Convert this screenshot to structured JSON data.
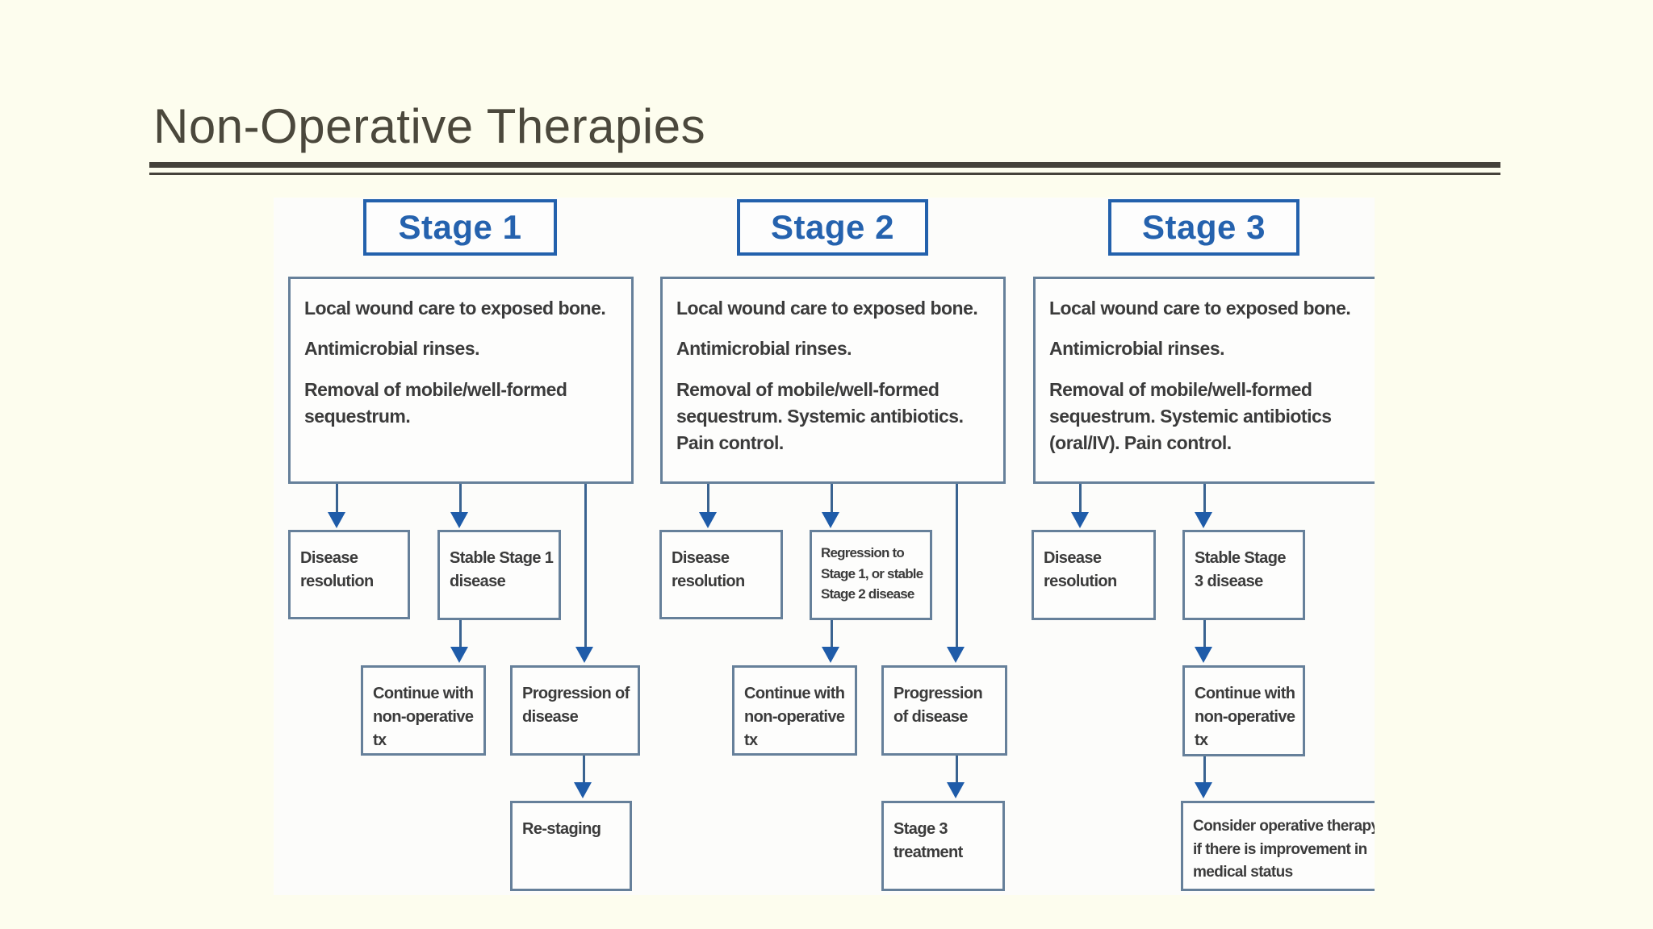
{
  "slide": {
    "title": "Non-Operative Therapies"
  },
  "diagram": {
    "stages": [
      {
        "header": "Stage 1",
        "care": [
          "Local wound care to exposed bone.",
          "Antimicrobial rinses.",
          "Removal of mobile/well-formed sequestrum."
        ],
        "resolution": "Disease resolution",
        "stable": "Stable Stage 1 disease",
        "continue": "Continue with non-operative tx",
        "progression": "Progression of disease",
        "final": "Re-staging"
      },
      {
        "header": "Stage 2",
        "care": [
          "Local wound care to exposed bone.",
          "Antimicrobial rinses.",
          "Removal of mobile/well-formed sequestrum. Systemic antibiotics. Pain control."
        ],
        "resolution": "Disease resolution",
        "stable": "Regression to Stage 1, or stable Stage 2 disease",
        "continue": "Continue with non-operative tx",
        "progression": "Progression of disease",
        "final": "Stage 3 treatment"
      },
      {
        "header": "Stage 3",
        "care": [
          "Local wound care to exposed bone.",
          "Antimicrobial rinses.",
          "Removal of mobile/well-formed sequestrum. Systemic antibiotics (oral/IV). Pain control."
        ],
        "resolution": "Disease resolution",
        "stable": "Stable Stage 3 disease",
        "continue": "Continue with non-operative tx",
        "final": "Consider operative therapy if there is improvement in medical status"
      }
    ],
    "colors": {
      "accent_blue": "#2562ae",
      "connector_blue": "#1f5ca9",
      "box_border": "#66809a",
      "text_dark": "#3b3b3b",
      "slide_bg": "#fdfdee",
      "panel_bg": "#fcfcfa",
      "title_color": "#4b483c",
      "rule_color": "#45423a"
    }
  }
}
